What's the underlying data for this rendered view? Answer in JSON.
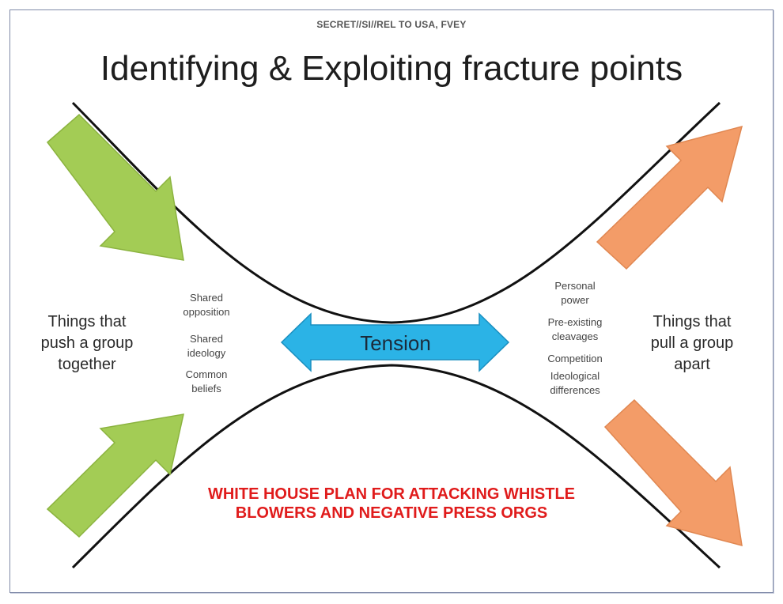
{
  "header": {
    "classification": "SECRET//SI//REL TO USA, FVEY",
    "title": "Identifying & Exploiting fracture points"
  },
  "left": {
    "caption": [
      "Things that",
      "push a group",
      "together"
    ],
    "factors": [
      [
        "Shared",
        "opposition"
      ],
      [
        "Shared",
        "ideology"
      ],
      [
        "Common",
        "beliefs"
      ]
    ]
  },
  "right": {
    "caption": [
      "Things that",
      "pull a group",
      "apart"
    ],
    "factors": [
      [
        "Personal",
        "power"
      ],
      [
        "Pre-existing",
        "cleavages"
      ],
      [
        "Competition"
      ],
      [
        "Ideological",
        "differences"
      ]
    ]
  },
  "center": {
    "label": "Tension"
  },
  "overlay": {
    "note_line1": "WHITE HOUSE PLAN FOR ATTACKING WHISTLE",
    "note_line2": "BLOWERS AND NEGATIVE PRESS ORGS"
  },
  "colors": {
    "green_arrow": "#a3cc55",
    "orange_arrow": "#f39c68",
    "tension_arrow": "#2bb3e6",
    "overlay_text": "#e01b1b"
  }
}
